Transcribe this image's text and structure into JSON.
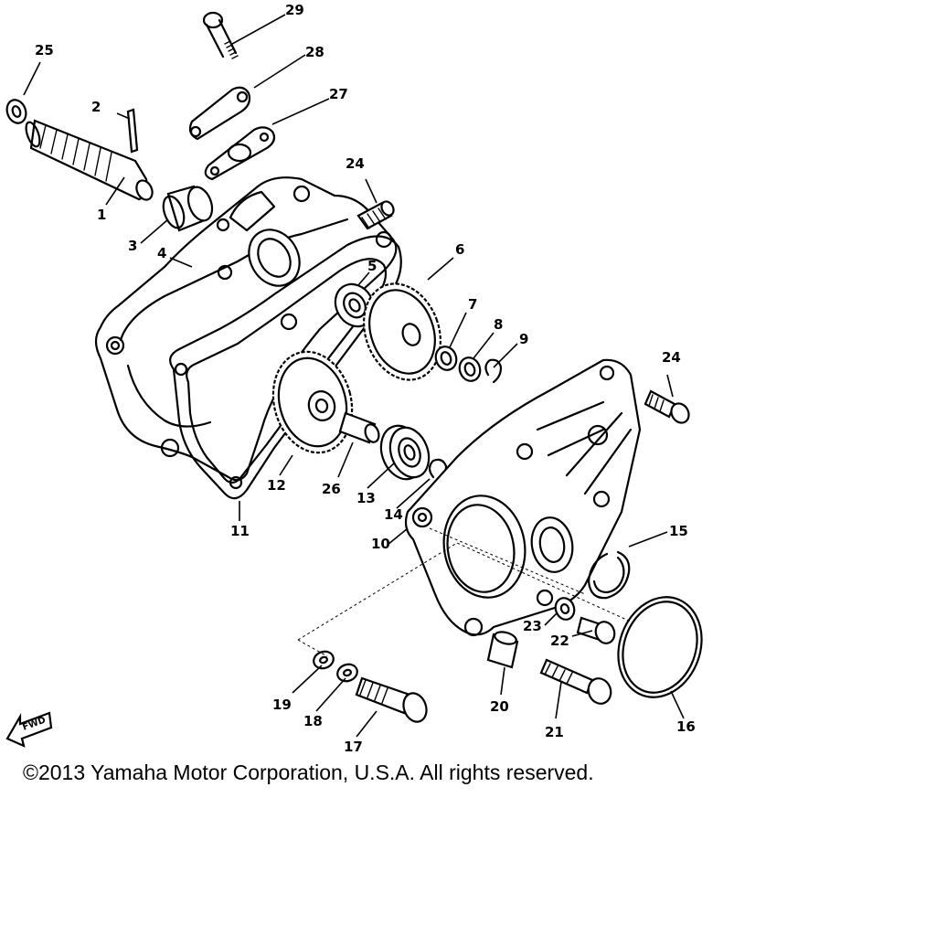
{
  "diagram": {
    "callouts": {
      "p1": "1",
      "p2": "2",
      "p3": "3",
      "p4": "4",
      "p5": "5",
      "p6": "6",
      "p7": "7",
      "p8": "8",
      "p9": "9",
      "p10": "10",
      "p11": "11",
      "p12": "12",
      "p13": "13",
      "p14": "14",
      "p15": "15",
      "p16": "16",
      "p17": "17",
      "p18": "18",
      "p19": "19",
      "p20": "20",
      "p21": "21",
      "p22": "22",
      "p23": "23",
      "p24a": "24",
      "p24b": "24",
      "p25": "25",
      "p26": "26",
      "p27": "27",
      "p28": "28",
      "p29": "29"
    },
    "fwd_label": "FWD"
  },
  "footer": {
    "copyright": "©2013 Yamaha Motor Corporation, U.S.A. All rights reserved."
  }
}
